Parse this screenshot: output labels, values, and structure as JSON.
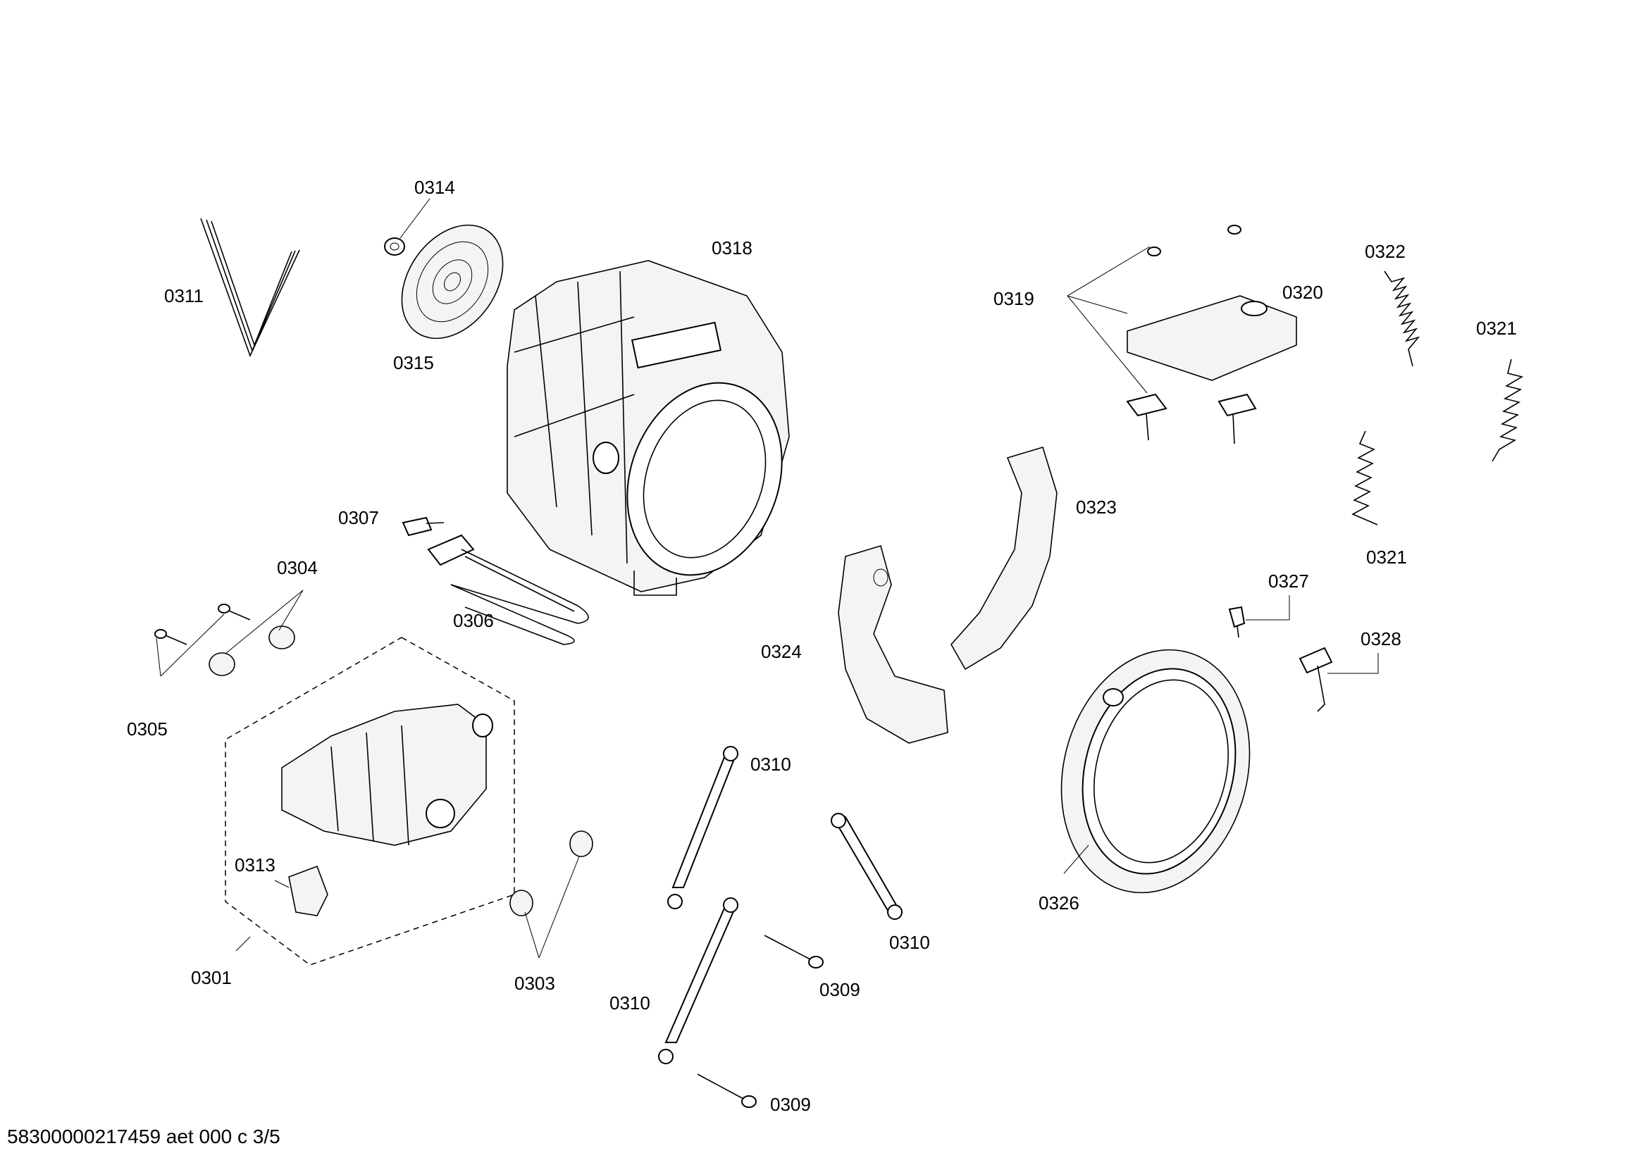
{
  "diagram": {
    "footer": "58300000217459 aet 000 c 3/5",
    "parts": {
      "p0311": "0311",
      "p0314": "0314",
      "p0315": "0315",
      "p0318": "0318",
      "p0319": "0319",
      "p0320": "0320",
      "p0322": "0322",
      "p0321a": "0321",
      "p0321b": "0321",
      "p0323": "0323",
      "p0307": "0307",
      "p0304": "0304",
      "p0306": "0306",
      "p0305": "0305",
      "p0324": "0324",
      "p0327": "0327",
      "p0328": "0328",
      "p0310a": "0310",
      "p0313": "0313",
      "p0310b": "0310",
      "p0326": "0326",
      "p0301": "0301",
      "p0303": "0303",
      "p0309a": "0309",
      "p0310c": "0310",
      "p0309b": "0309"
    }
  }
}
